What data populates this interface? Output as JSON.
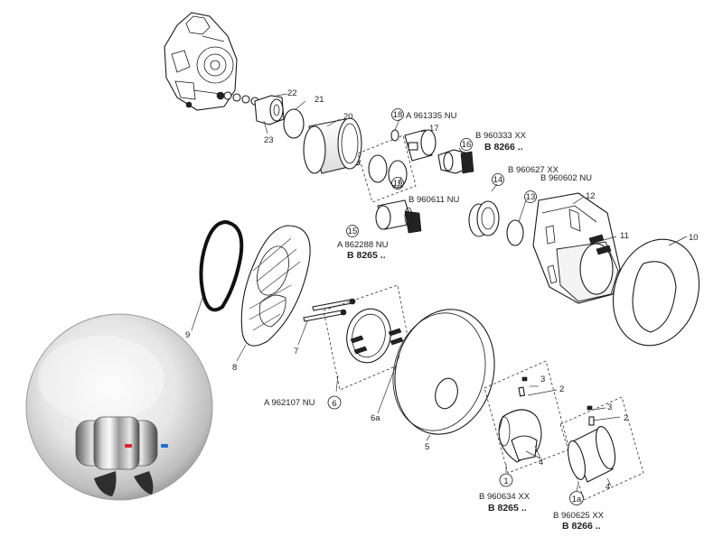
{
  "callouts": {
    "n1": "1",
    "n1a": "1a",
    "n2a": "2",
    "n2b": "2",
    "n3a": "3",
    "n3b": "3",
    "n4a": "4",
    "n4b": "4",
    "n5": "5",
    "n6": "6",
    "n6a": "6a",
    "n7": "7",
    "n8": "8",
    "n9": "9",
    "n10": "10",
    "n11": "11",
    "n12": "12",
    "n13": "13",
    "n14": "14",
    "n15": "15",
    "n16": "16",
    "n17": "17",
    "n18": "18",
    "n19": "19",
    "n20": "20",
    "n21": "21",
    "n22": "22",
    "n23": "23"
  },
  "part_codes": {
    "p18": "A 961335 NU",
    "p16": "B 960333 XX",
    "p16b": "B 8266 ..",
    "p19": "B 960611 NU",
    "p14": "B 960627 XX",
    "p13": "B 960602 NU",
    "p15": "A 862288 NU",
    "p15b": "B 8265 ..",
    "p6": "A 962107 NU",
    "p1": "B 960634 XX",
    "p1b": "B 8265 ..",
    "p1a": "B 960625 XX",
    "p1ab": "B 8266 .."
  },
  "colors": {
    "hot_indicator": "#d9262c",
    "cold_indicator": "#1f6fd1",
    "chrome_light": "#f2f2f2",
    "chrome_dark": "#6b6b6b"
  }
}
